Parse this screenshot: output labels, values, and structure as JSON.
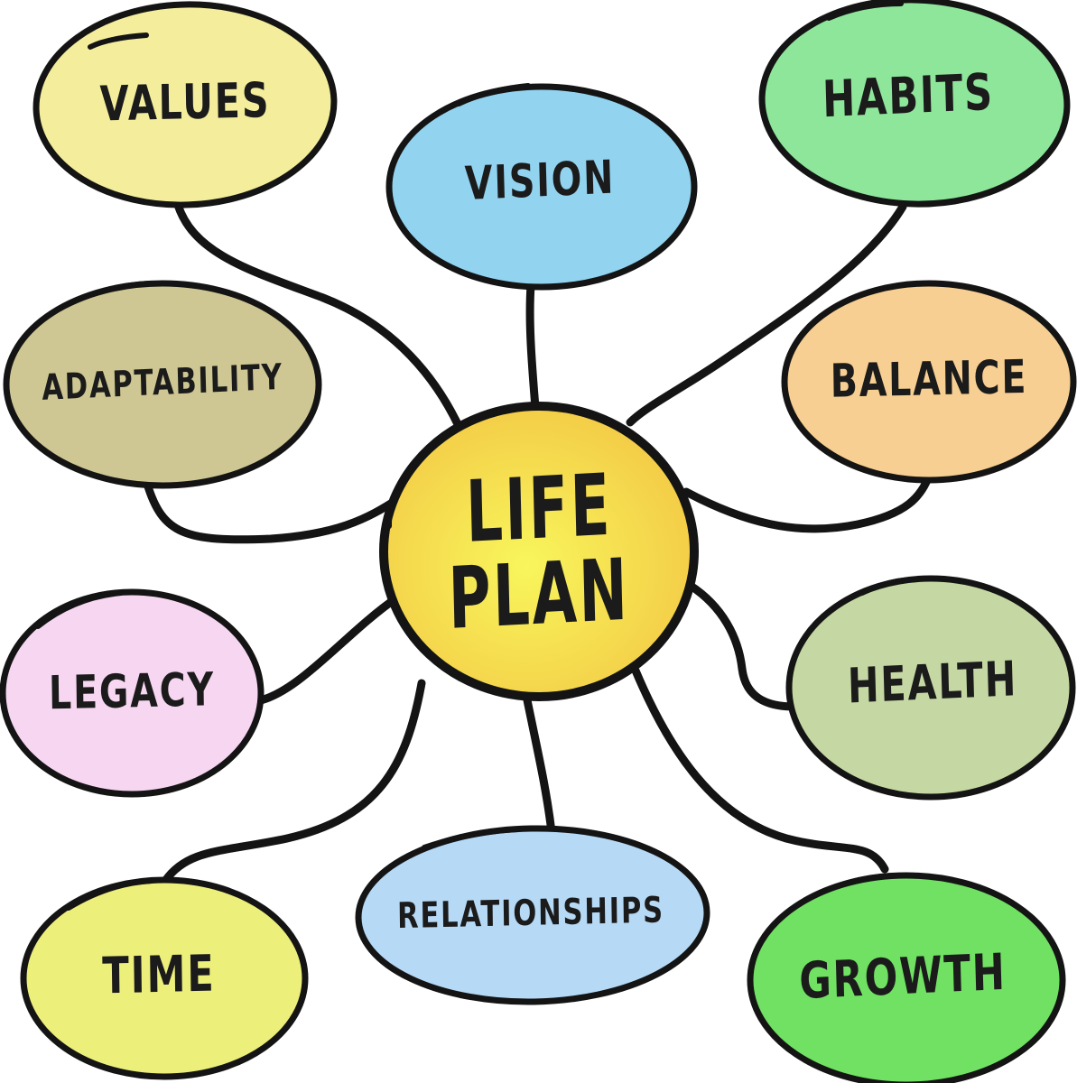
{
  "diagram": {
    "type": "mind-map",
    "background": "#ffffff",
    "stroke_color": "#141414",
    "text_color": "#1b1b1b",
    "center": {
      "line1": "LIFE",
      "line2": "PLAN",
      "fill_inner": "#f8f65c",
      "fill_outer": "#f3c845"
    },
    "nodes": [
      {
        "id": "values",
        "label": "VALUES",
        "color": "#f4ee9c"
      },
      {
        "id": "vision",
        "label": "VISION",
        "color": "#92d3f0"
      },
      {
        "id": "habits",
        "label": "HABITS",
        "color": "#8ee69b"
      },
      {
        "id": "adaptability",
        "label": "ADAPTABILITY",
        "color": "#cfc793"
      },
      {
        "id": "balance",
        "label": "BALANCE",
        "color": "#f8cf92"
      },
      {
        "id": "legacy",
        "label": "LEGACY",
        "color": "#f7d6f1"
      },
      {
        "id": "health",
        "label": "HEALTH",
        "color": "#c5d8a3"
      },
      {
        "id": "time",
        "label": "TIME",
        "color": "#edef7b"
      },
      {
        "id": "relationships",
        "label": "RELATIONSHIPS",
        "color": "#b6d9f6"
      },
      {
        "id": "growth",
        "label": "GROWTH",
        "color": "#70e163"
      }
    ],
    "edges": [
      {
        "from": "LIFE PLAN",
        "to": "VALUES"
      },
      {
        "from": "LIFE PLAN",
        "to": "VISION"
      },
      {
        "from": "LIFE PLAN",
        "to": "HABITS"
      },
      {
        "from": "LIFE PLAN",
        "to": "ADAPTABILITY"
      },
      {
        "from": "LIFE PLAN",
        "to": "BALANCE"
      },
      {
        "from": "LIFE PLAN",
        "to": "LEGACY"
      },
      {
        "from": "LIFE PLAN",
        "to": "HEALTH"
      },
      {
        "from": "LIFE PLAN",
        "to": "TIME"
      },
      {
        "from": "LIFE PLAN",
        "to": "RELATIONSHIPS"
      },
      {
        "from": "LIFE PLAN",
        "to": "GROWTH"
      }
    ]
  }
}
